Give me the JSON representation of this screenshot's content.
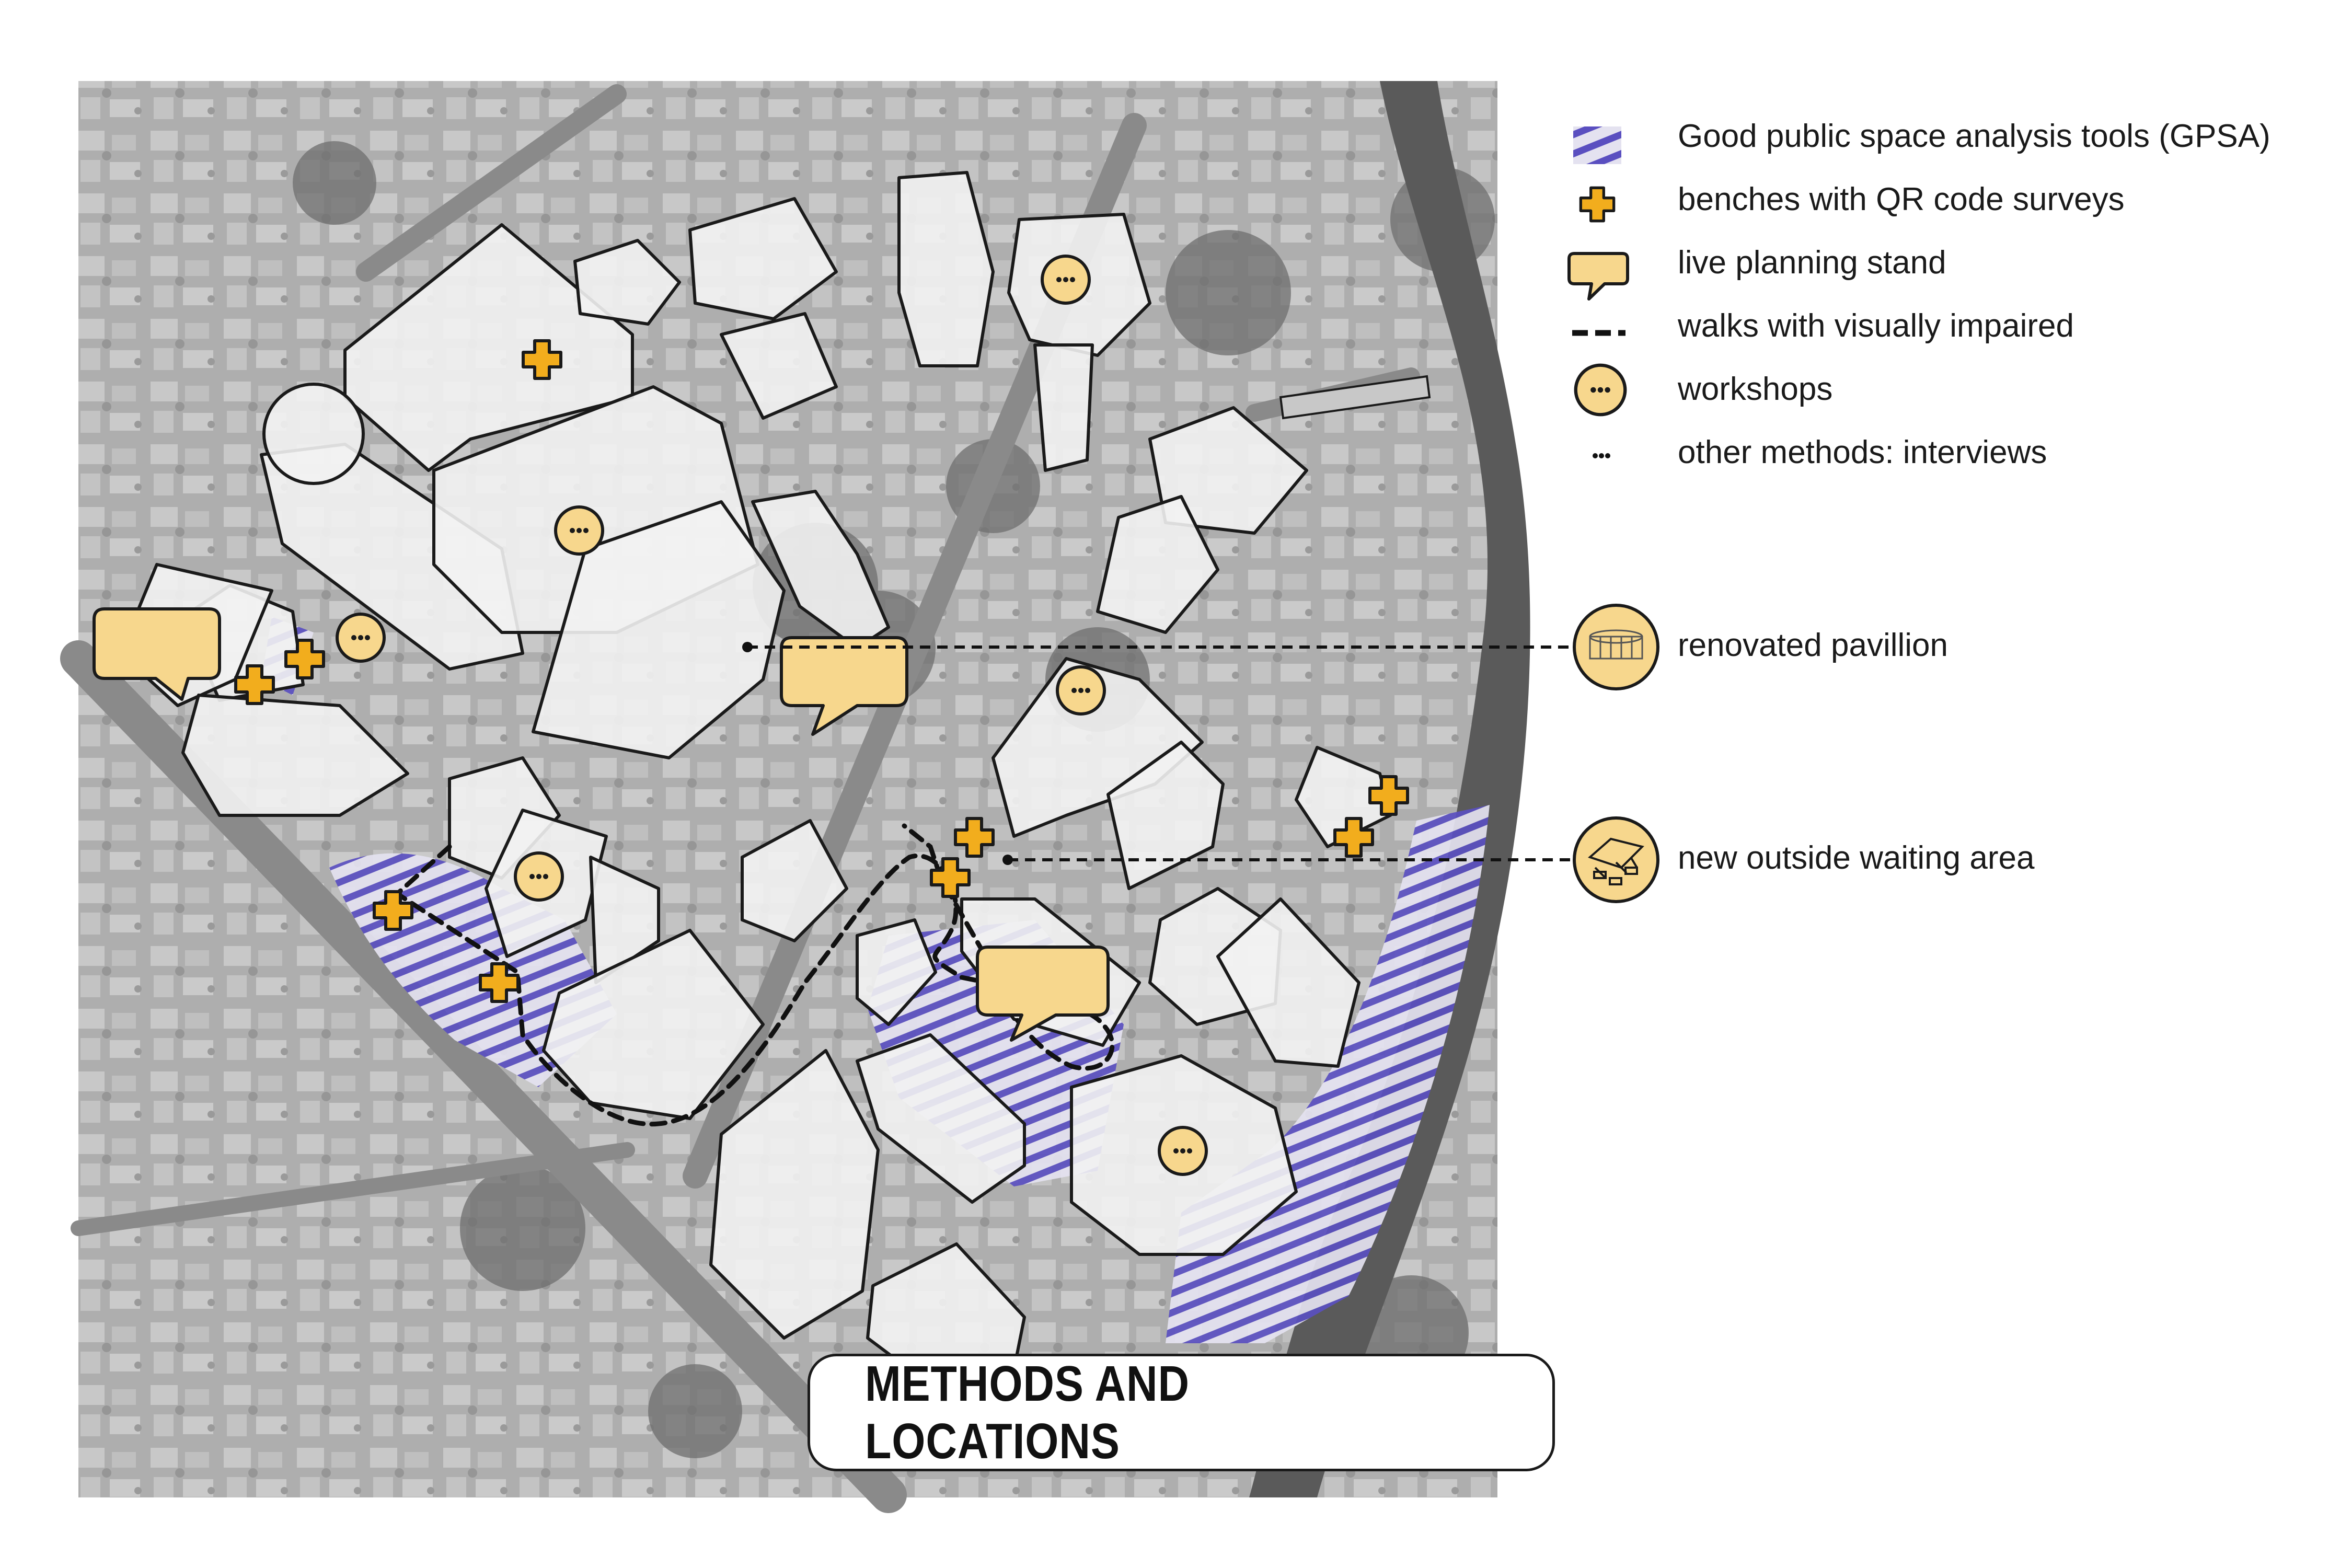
{
  "legend": {
    "items": [
      {
        "key": "gpsa",
        "label": "Good public space analysis tools (GPSA)",
        "icon": "hatch-icon"
      },
      {
        "key": "benches",
        "label": "benches with QR code surveys",
        "icon": "plus-icon"
      },
      {
        "key": "stand",
        "label": "live planning stand",
        "icon": "speech-bubble-icon"
      },
      {
        "key": "walks",
        "label": "walks with visually impaired",
        "icon": "dashed-line-icon"
      },
      {
        "key": "workshops",
        "label": "workshops",
        "icon": "dots-circle-icon"
      },
      {
        "key": "interviews",
        "label": "other methods: interviews",
        "icon": "ellipsis-icon"
      }
    ]
  },
  "callouts": [
    {
      "label": "renovated pavillion",
      "icon": "pavillion-icon"
    },
    {
      "label": "new outside waiting area",
      "icon": "waiting-area-icon"
    }
  ],
  "title": "METHODS AND LOCATIONS",
  "colors": {
    "hatch": "#5a4fc0",
    "marker": "#f2ad1d",
    "bubble": "#f7d78d",
    "outline": "#1a1a1a",
    "aerial": "#a5a5a5",
    "river": "#5a5a5a"
  }
}
